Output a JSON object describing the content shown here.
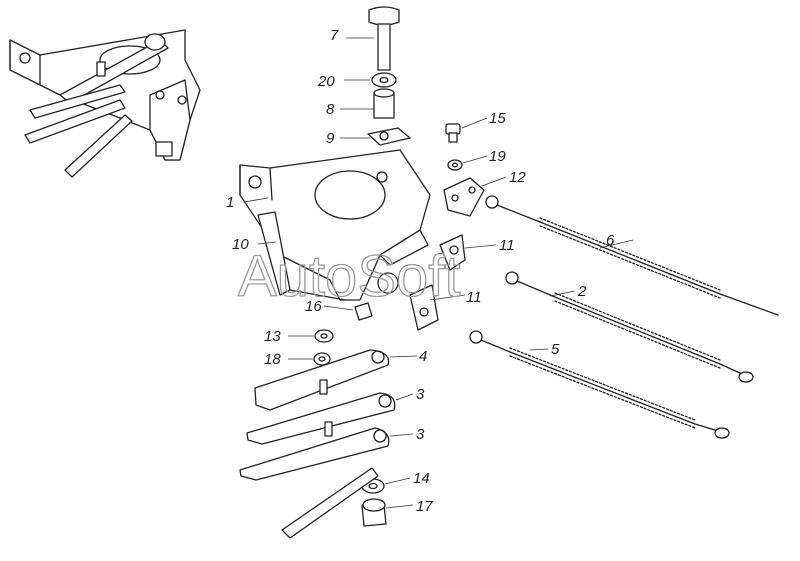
{
  "watermark": "AutoSoft",
  "callouts": [
    {
      "id": "c1",
      "label": "1"
    },
    {
      "id": "c2",
      "label": "2"
    },
    {
      "id": "c3a",
      "label": "3"
    },
    {
      "id": "c3b",
      "label": "3"
    },
    {
      "id": "c4",
      "label": "4"
    },
    {
      "id": "c5",
      "label": "5"
    },
    {
      "id": "c6",
      "label": "6"
    },
    {
      "id": "c7",
      "label": "7"
    },
    {
      "id": "c8",
      "label": "8"
    },
    {
      "id": "c9",
      "label": "9"
    },
    {
      "id": "c10",
      "label": "10"
    },
    {
      "id": "c11a",
      "label": "11"
    },
    {
      "id": "c11b",
      "label": "11"
    },
    {
      "id": "c12",
      "label": "12"
    },
    {
      "id": "c13",
      "label": "13"
    },
    {
      "id": "c14",
      "label": "14"
    },
    {
      "id": "c15",
      "label": "15"
    },
    {
      "id": "c16",
      "label": "16"
    },
    {
      "id": "c17",
      "label": "17"
    },
    {
      "id": "c18",
      "label": "18"
    },
    {
      "id": "c19",
      "label": "19"
    },
    {
      "id": "c20",
      "label": "20"
    }
  ]
}
